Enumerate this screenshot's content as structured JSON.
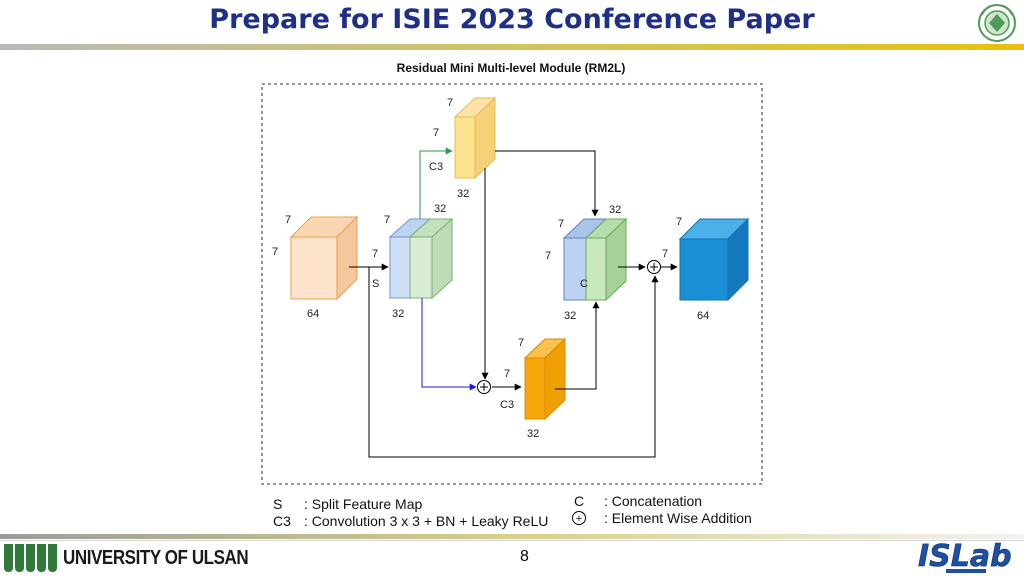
{
  "slide": {
    "title": "Prepare for ISIE 2023 Conference Paper",
    "page_number": "8"
  },
  "diagram": {
    "title": "Residual Mini Multi-level Module (RM2L)",
    "blocks": {
      "input": {
        "dims": [
          "7",
          "7"
        ],
        "channels": "64"
      },
      "split": {
        "dims": [
          "7",
          "7"
        ],
        "top": "32",
        "bottom": "32",
        "op": "S"
      },
      "top_conv": {
        "dims": [
          "7",
          "7"
        ],
        "channels": "32",
        "op": "C3"
      },
      "bottom_conv": {
        "dims": [
          "7",
          "7"
        ],
        "channels": "32",
        "op": "C3"
      },
      "concat": {
        "dims": [
          "7",
          "7"
        ],
        "top": "32",
        "bottom": "32",
        "op": "C"
      },
      "output": {
        "dims": [
          "7",
          "7"
        ],
        "channels": "64"
      }
    },
    "legend": {
      "s_symbol": "S",
      "s_text": ": Split Feature Map",
      "c3_symbol": "C3",
      "c3_text": ": Convolution 3 x 3 + BN + Leaky ReLU",
      "c_symbol": "C",
      "c_text": ": Concatenation",
      "add_symbol": "+",
      "add_text": ": Element Wise Addition"
    }
  },
  "footer": {
    "university": "UNIVERSITY OF ULSAN",
    "lab_logo": "ISLab"
  },
  "colors": {
    "title": "#1f2f86",
    "input_cube": "#fde3c9",
    "output_cube": "#1a8fd6",
    "split_blue": "#cfe0f6",
    "split_green": "#d7ecd2",
    "top_conv": "#fde38f",
    "bottom_conv": "#f7a70c",
    "green_arrow": "#2e9a48",
    "blue_arrow": "#1a1ad6"
  }
}
